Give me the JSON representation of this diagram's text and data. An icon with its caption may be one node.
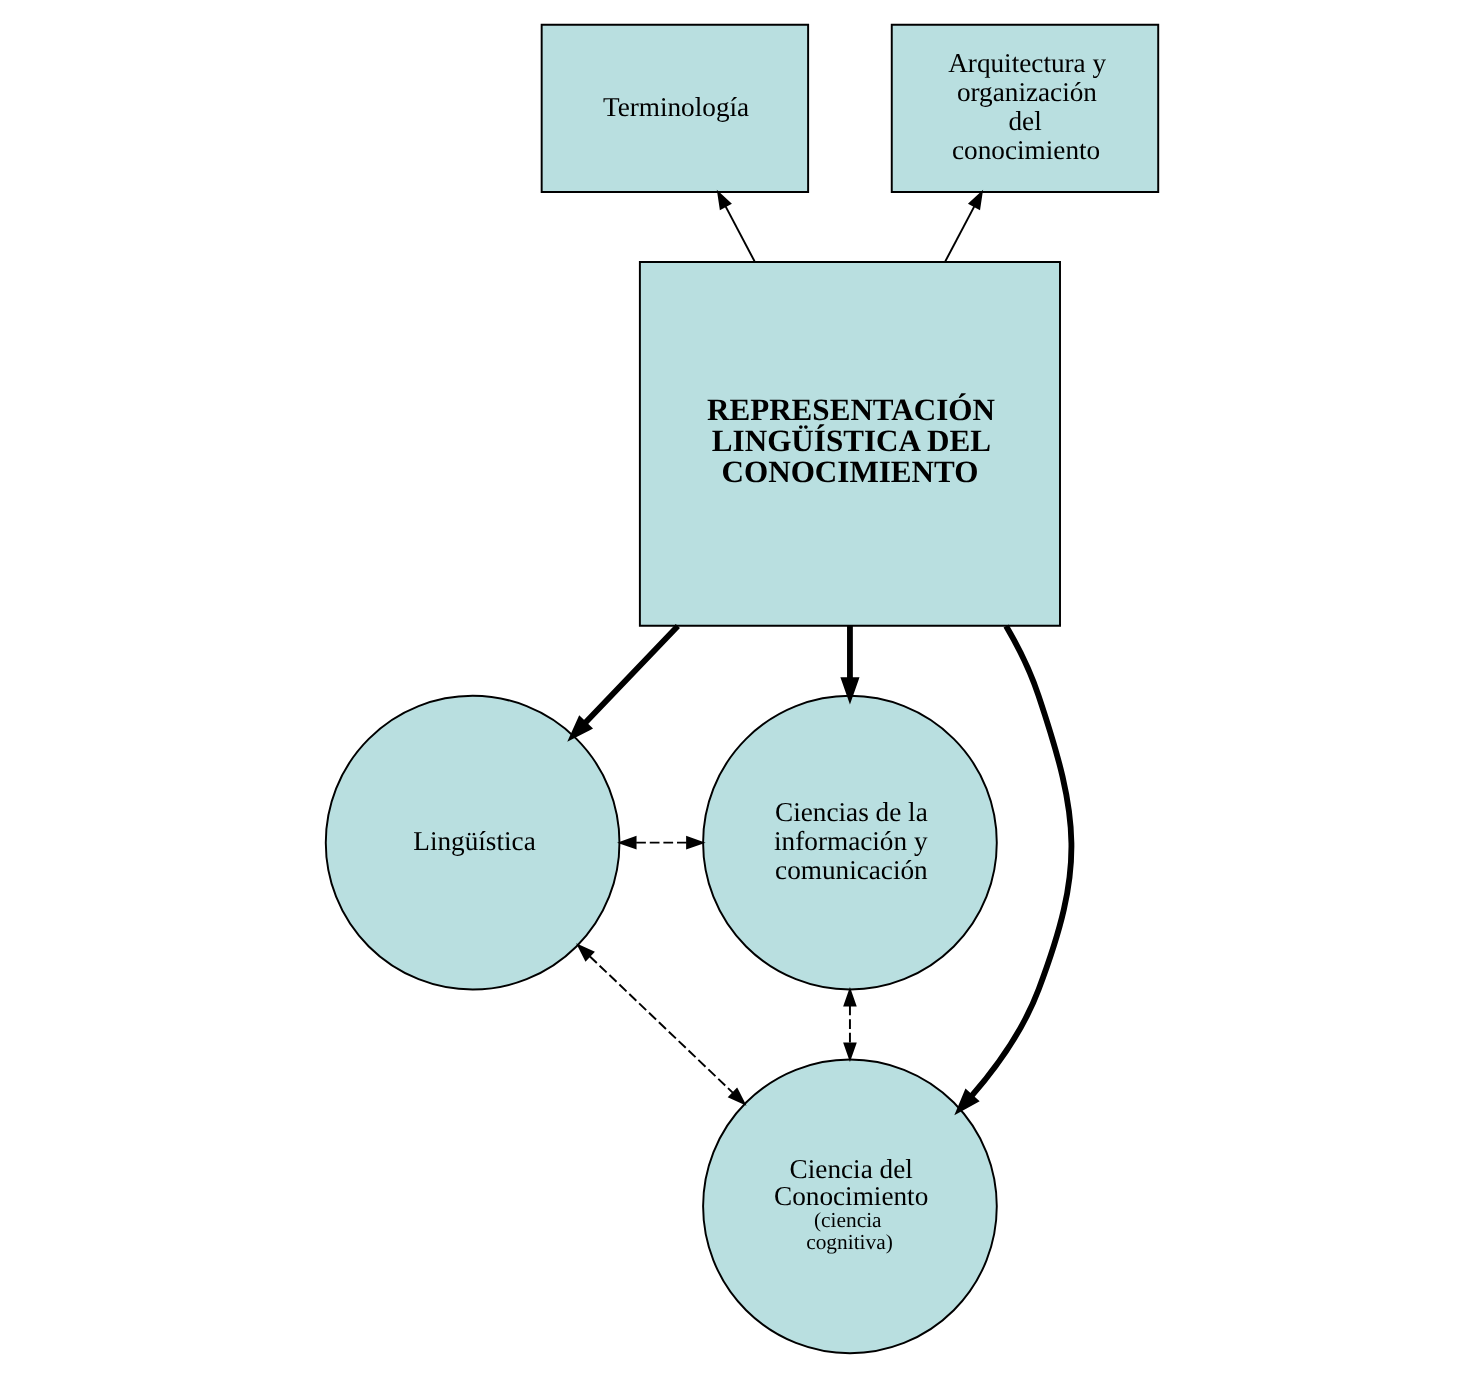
{
  "diagram": {
    "nodes": [
      {
        "text": [
          "Terminología"
        ]
      },
      {
        "text": [
          "Arquitectura y organización del conocimiento"
        ]
      },
      {
        "text": [
          "REPRESENTACIÓN LINGÜÍSTICA DEL CONOCIMIENTO"
        ]
      },
      {
        "text": [
          "Lingüística"
        ]
      },
      {
        "text": [
          "Ciencias de la información y comunicación"
        ]
      },
      {
        "text": [
          "Ciencia del Conocimiento",
          "(ciencia cognitiva)"
        ]
      }
    ],
    "edges": [
      {
        "from": 2,
        "to": 0,
        "arrow": "to"
      },
      {
        "from": 2,
        "to": 1,
        "arrow": "to"
      },
      {
        "from": 2,
        "to": 3,
        "arrow": "to",
        "style": "thick"
      },
      {
        "from": 2,
        "to": 4,
        "arrow": "to",
        "style": "thick"
      },
      {
        "from": 2,
        "to": 5,
        "arrow": "to",
        "style": "thick"
      },
      {
        "from": 3,
        "to": 4,
        "arrow": "both",
        "style": "dashed"
      },
      {
        "from": 3,
        "to": 5,
        "arrow": "both",
        "style": "dashed"
      },
      {
        "from": 5,
        "to": 4,
        "arrow": "both",
        "style": "dashed"
      }
    ]
  }
}
